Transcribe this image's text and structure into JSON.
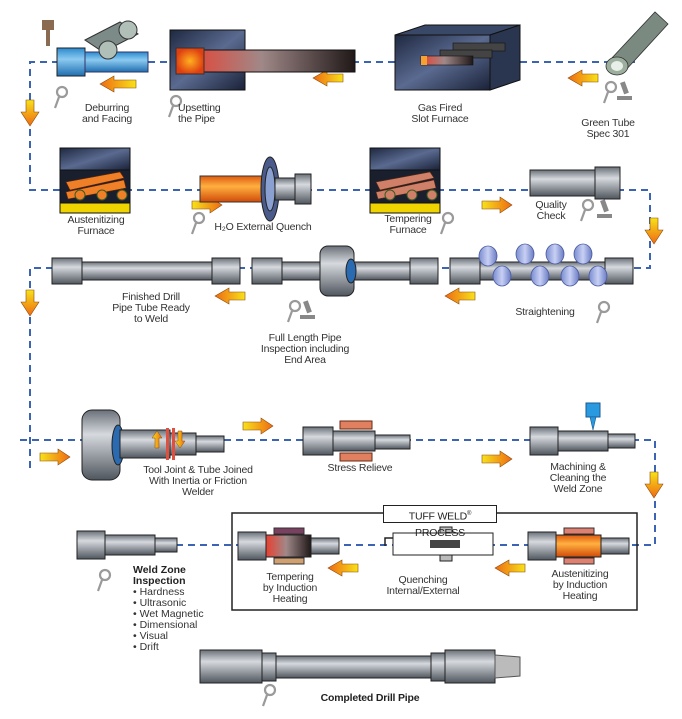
{
  "diagram": {
    "title": "Drill Pipe Manufacturing Process",
    "colors": {
      "flow_line": "#3c64b4",
      "arrow_start": "#f4e000",
      "arrow_end": "#f06a10",
      "pipe": "#8a9098",
      "hot": "#f07020",
      "furnace": "#2a3550",
      "roller": "#8c9ed8"
    },
    "steps": [
      {
        "id": "green-tube",
        "label": "Green Tube\nSpec 301",
        "icons": [
          "magnifier-icon",
          "microscope-icon"
        ]
      },
      {
        "id": "gas-fired-slot-furnace",
        "label": "Gas Fired\nSlot Furnace",
        "icons": []
      },
      {
        "id": "upsetting",
        "label": "Upsetting\nthe Pipe",
        "icons": [
          "magnifier-icon"
        ]
      },
      {
        "id": "deburring",
        "label": "Deburring\nand Facing",
        "icons": [
          "magnifier-icon"
        ]
      },
      {
        "id": "austenitizing-furnace",
        "label": "Austenitizing\nFurnace",
        "icons": []
      },
      {
        "id": "external-quench",
        "label": "H₂O External Quench",
        "icons": [
          "magnifier-icon"
        ]
      },
      {
        "id": "tempering-furnace",
        "label": "Tempering\nFurnace",
        "icons": [
          "magnifier-icon"
        ]
      },
      {
        "id": "quality-check",
        "label": "Quality\nCheck",
        "icons": [
          "magnifier-icon",
          "microscope-icon"
        ]
      },
      {
        "id": "straightening",
        "label": "Straightening",
        "icons": [
          "magnifier-icon"
        ]
      },
      {
        "id": "full-length-inspection",
        "label": "Full Length Pipe\nInspection including\nEnd Area",
        "icons": [
          "magnifier-icon",
          "microscope-icon"
        ]
      },
      {
        "id": "finished-tube",
        "label": "Finished Drill\nPipe Tube Ready\nto Weld",
        "icons": []
      },
      {
        "id": "friction-weld",
        "label": "Tool Joint & Tube Joined\nWith Inertia or Friction\nWelder",
        "icons": []
      },
      {
        "id": "stress-relieve",
        "label": "Stress Relieve",
        "icons": []
      },
      {
        "id": "machining",
        "label": "Machining &\nCleaning the\nWeld Zone",
        "icons": []
      },
      {
        "id": "austenitizing-induction",
        "label": "Austenitizing\nby Induction\nHeating",
        "icons": []
      },
      {
        "id": "quenching",
        "label": "Quenching\nInternal/External",
        "icons": []
      },
      {
        "id": "tempering-induction",
        "label": "Tempering\nby Induction\nHeating",
        "icons": []
      },
      {
        "id": "weld-zone-inspection",
        "label": "Weld Zone\nInspection",
        "icons": [
          "magnifier-icon"
        ]
      },
      {
        "id": "completed-pipe",
        "label": "Completed Drill Pipe",
        "icons": [
          "magnifier-icon"
        ]
      }
    ],
    "tuff_weld": {
      "label": "TUFF WELD",
      "mark": "®",
      "suffix": " PROCESS"
    },
    "weld_zone_checks": [
      "Hardness",
      "Ultrasonic",
      "Wet Magnetic",
      "Dimensional",
      "Visual",
      "Drift"
    ]
  }
}
